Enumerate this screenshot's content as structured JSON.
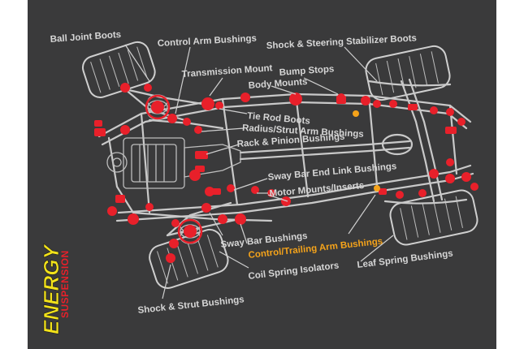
{
  "labels": {
    "ball_joint_boots": "Ball Joint Boots",
    "control_arm_bushings": "Control Arm Bushings",
    "shock_steering_stabilizer_boots": "Shock & Steering Stabilizer Boots",
    "transmission_mount": "Transmission Mount",
    "bump_stops": "Bump Stops",
    "body_mounts": "Body Mounts",
    "tie_rod_boots": "Tie Rod Boots",
    "radius_strut_arm_bushings": "Radius/Strut Arm Bushings",
    "rack_pinion_bushings": "Rack & Pinion Bushings",
    "sway_bar_end_link_bushings": "Sway Bar End Link Bushings",
    "motor_mounts_inserts": "Motor Mounts/Inserts",
    "sway_bar_bushings": "Sway Bar Bushings",
    "control_trailing_arm_bushings": "Control/Trailing Arm Bushings",
    "leaf_spring_bushings": "Leaf Spring Bushings",
    "coil_spring_isolators": "Coil Spring Isolators",
    "shock_strut_bushings": "Shock & Strut Bushings"
  },
  "logo": {
    "word1": "ENERGY",
    "word2": "SUSPENSION"
  },
  "colors": {
    "background": "#3a3a3b",
    "bushing": "#e8202a",
    "highlight": "#f5a31a",
    "linework": "#c9c9c9",
    "logo_yellow": "#f2e21a"
  }
}
